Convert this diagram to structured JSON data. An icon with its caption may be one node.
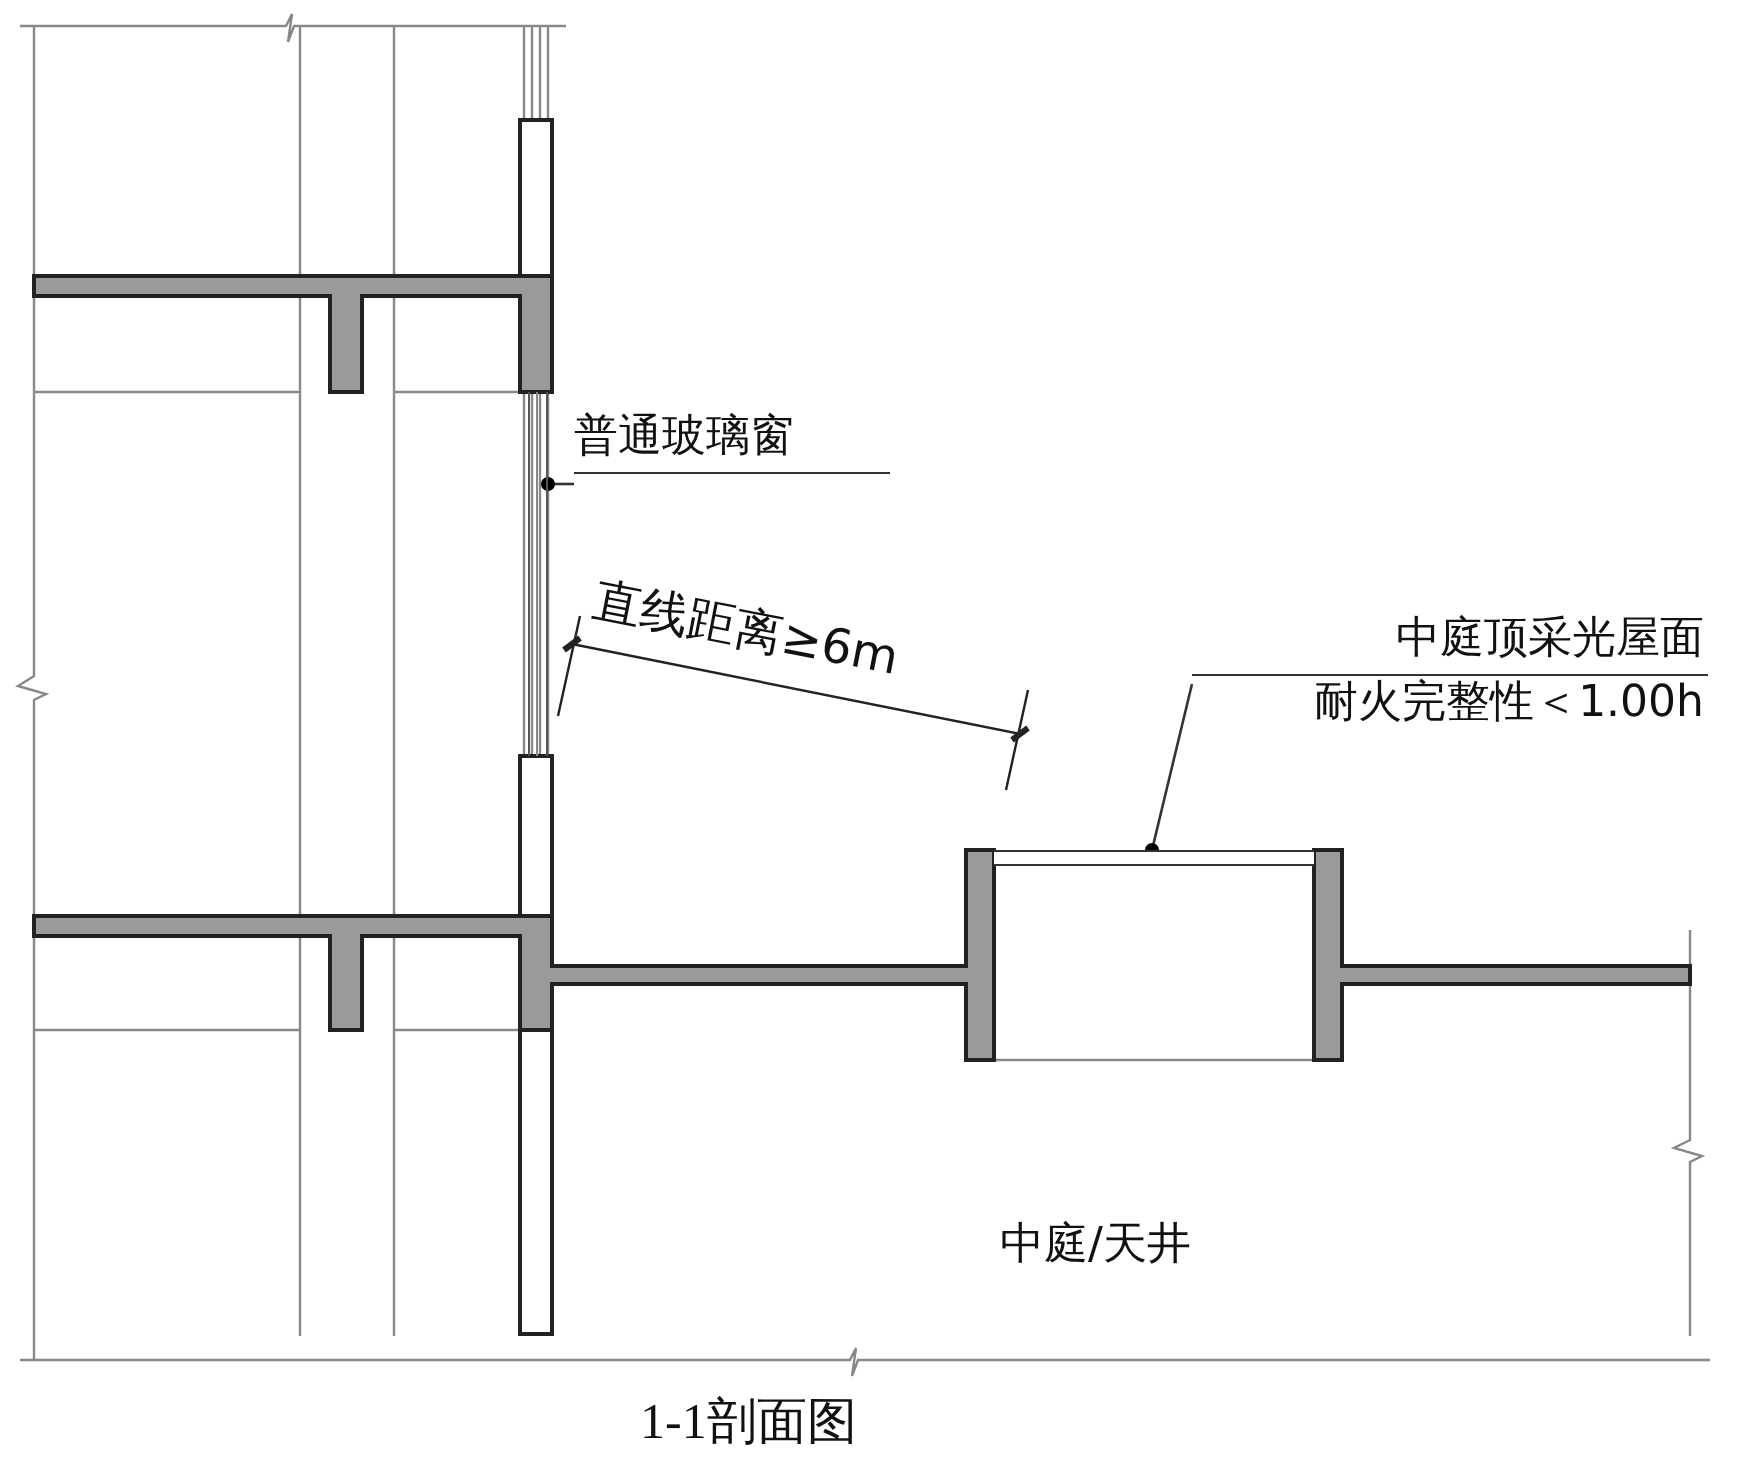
{
  "diagram": {
    "caption": "1-1剖面图",
    "nodes": [
      {
        "text": [
          "普通玻璃窗"
        ]
      },
      {
        "text": [],
        "shape": "box"
      },
      {
        "text": [
          "中庭顶采光屋面",
          "耐火完整性＜1.00h"
        ]
      },
      {
        "text": [],
        "shape": "box"
      }
    ],
    "edges": [
      {
        "from": 0,
        "to": 1,
        "arrow": "other"
      },
      {
        "from": 2,
        "to": 3,
        "arrow": "other"
      }
    ],
    "labels": [
      "直线距离≥6m",
      "中庭/天井"
    ]
  }
}
